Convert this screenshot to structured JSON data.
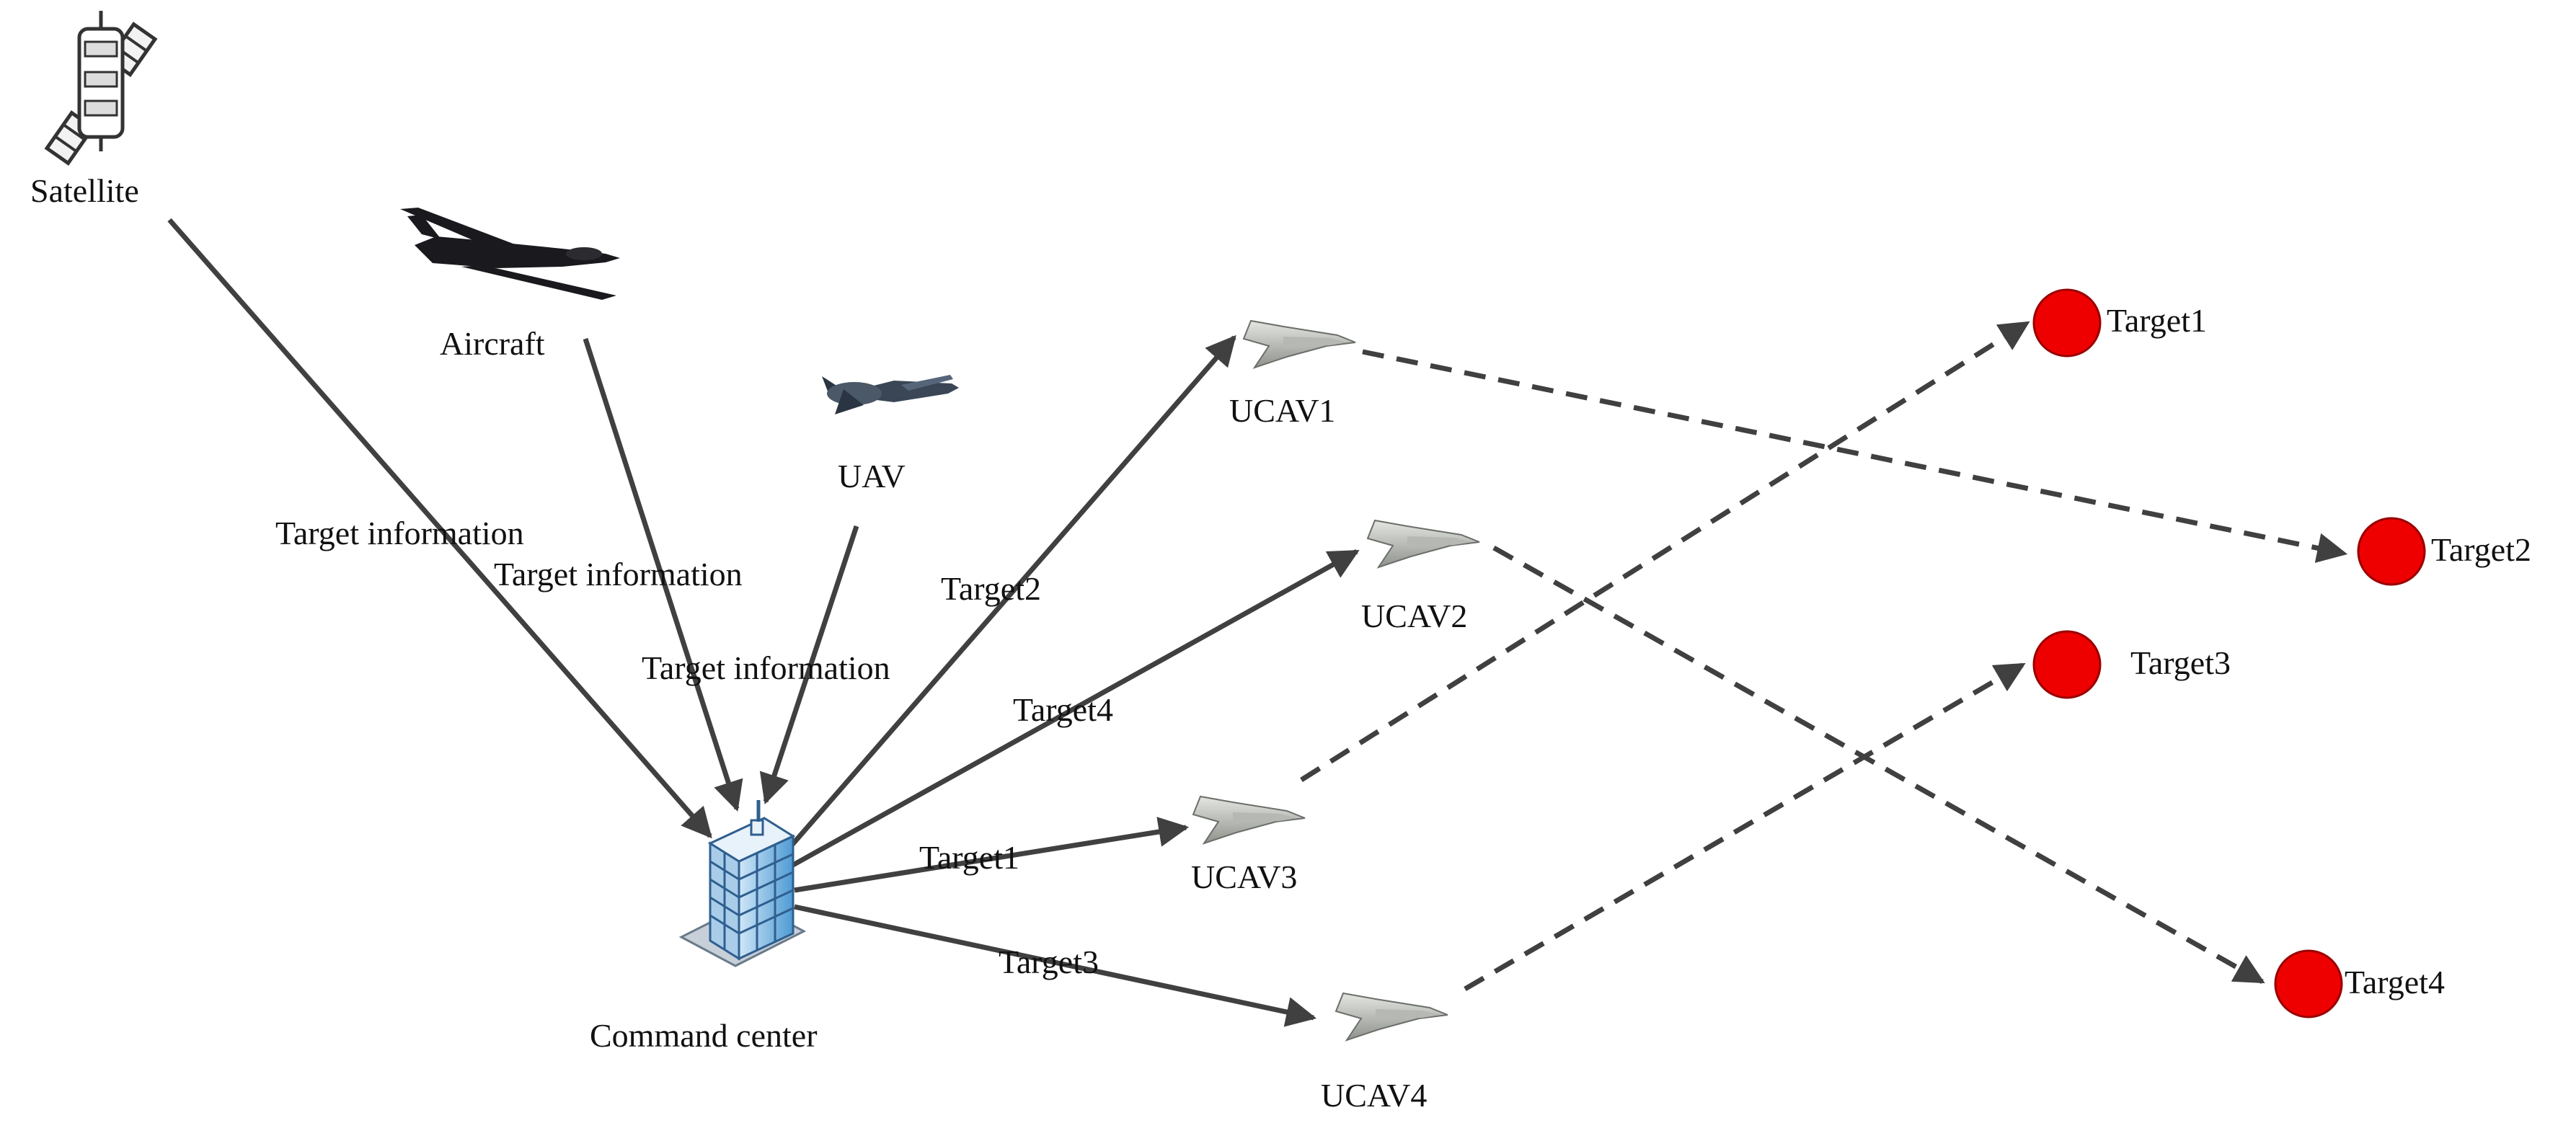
{
  "nodes": {
    "satellite": {
      "label": "Satellite",
      "icon": "satellite-icon"
    },
    "aircraft": {
      "label": "Aircraft",
      "icon": "aircraft-icon"
    },
    "uav": {
      "label": "UAV",
      "icon": "uav-icon"
    },
    "command_center": {
      "label": "Command center",
      "icon": "building-icon"
    },
    "ucav1": {
      "label": "UCAV1",
      "icon": "ucav-icon"
    },
    "ucav2": {
      "label": "UCAV2",
      "icon": "ucav-icon"
    },
    "ucav3": {
      "label": "UCAV3",
      "icon": "ucav-icon"
    },
    "ucav4": {
      "label": "UCAV4",
      "icon": "ucav-icon"
    },
    "target1": {
      "label": "Target1"
    },
    "target2": {
      "label": "Target2"
    },
    "target3": {
      "label": "Target3"
    },
    "target4": {
      "label": "Target4"
    }
  },
  "edges": {
    "satellite_to_cc": {
      "label": "Target information",
      "style": "solid"
    },
    "aircraft_to_cc": {
      "label": "Target information",
      "style": "solid"
    },
    "uav_to_cc": {
      "label": "Target information",
      "style": "solid"
    },
    "cc_to_ucav1": {
      "label": "Target2",
      "style": "solid"
    },
    "cc_to_ucav2": {
      "label": "Target4",
      "style": "solid"
    },
    "cc_to_ucav3": {
      "label": "Target1",
      "style": "solid"
    },
    "cc_to_ucav4": {
      "label": "Target3",
      "style": "solid"
    },
    "ucav1_to_target2": {
      "style": "dashed"
    },
    "ucav2_to_target4": {
      "style": "dashed"
    },
    "ucav3_to_target1": {
      "style": "dashed"
    },
    "ucav4_to_target3": {
      "style": "dashed"
    }
  },
  "colors": {
    "target_fill": "#ee0000",
    "arrow": "#404040",
    "building": "#2f7fc1"
  }
}
